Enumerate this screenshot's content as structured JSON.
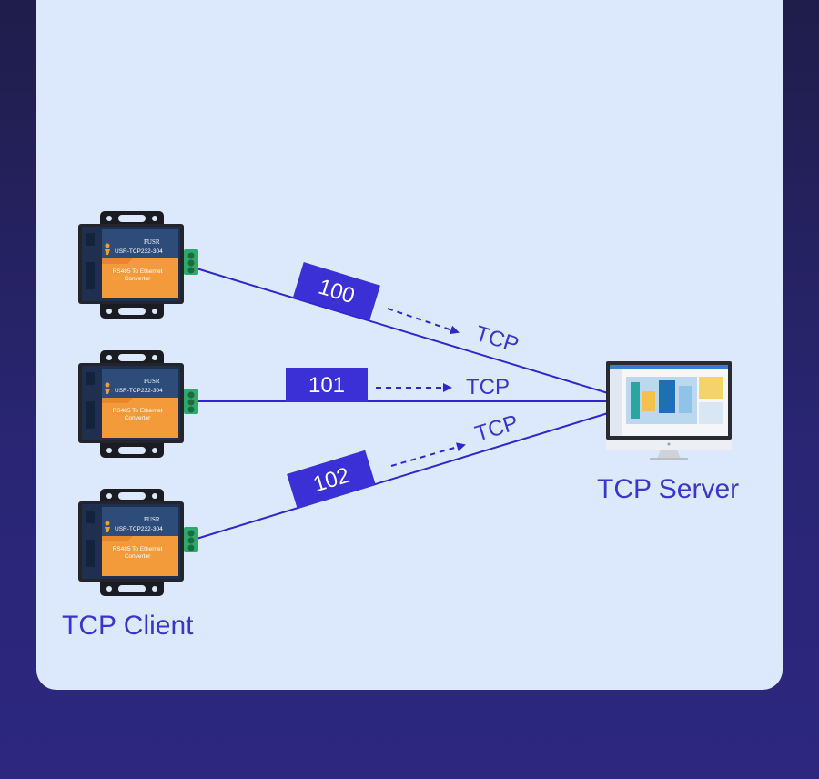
{
  "diagram": {
    "server": {
      "label": "TCP Server"
    },
    "client_group": {
      "label": "TCP Client"
    },
    "devices": [
      {
        "brand": "PUSR",
        "model": "USR-TCP232-304",
        "subtitle": "RS485 To Ethernet",
        "subtitle2": "Converter"
      },
      {
        "brand": "PUSR",
        "model": "USR-TCP232-304",
        "subtitle": "RS485 To Ethernet",
        "subtitle2": "Converter"
      },
      {
        "brand": "PUSR",
        "model": "USR-TCP232-304",
        "subtitle": "RS485 To Ethernet",
        "subtitle2": "Converter"
      }
    ],
    "links": [
      {
        "packet": "100",
        "protocol": "TCP"
      },
      {
        "packet": "101",
        "protocol": "TCP"
      },
      {
        "packet": "102",
        "protocol": "TCP"
      }
    ]
  },
  "colors": {
    "line": "#2f27c9",
    "packet_fill": "#3b2fd6",
    "packet_text": "#ffffff",
    "device_top": "#1f3b66",
    "device_bottom": "#f39a3b",
    "terminal": "#2fa86c",
    "panel_bg": "#dce9fd"
  }
}
